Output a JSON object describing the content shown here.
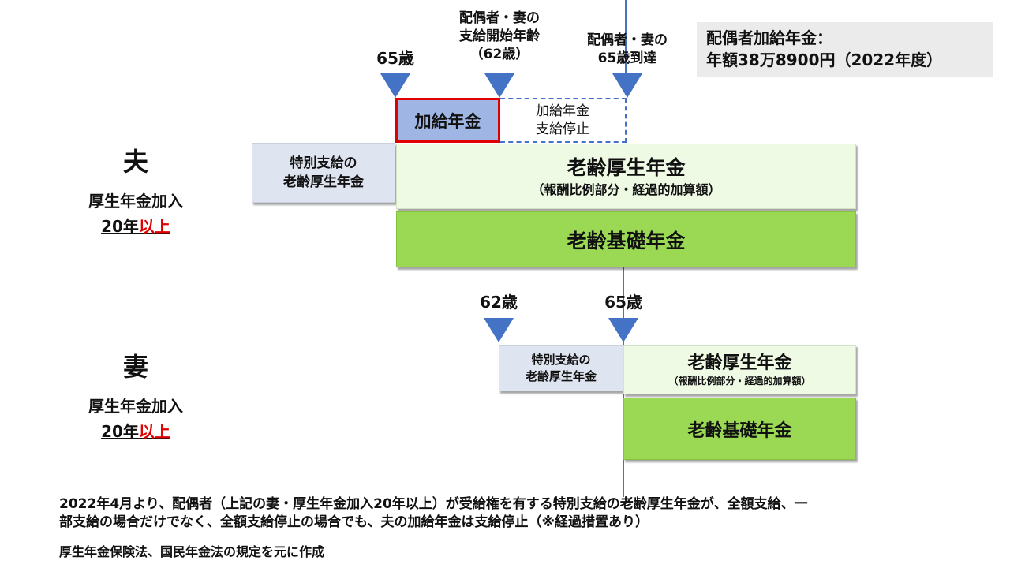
{
  "husband": {
    "label": "夫",
    "membership": "厚生年金加入",
    "years": "20年",
    "years_suffix": "以上"
  },
  "wife": {
    "label": "妻",
    "membership": "厚生年金加入",
    "years": "20年",
    "years_suffix": "以上"
  },
  "top_markers": {
    "age65": "65歳",
    "spouse_start": [
      "配偶者・妻の",
      "支給開始年齢",
      "（62歳）"
    ],
    "spouse_65": [
      "配偶者・妻の",
      "65歳到達"
    ]
  },
  "info_box": [
    "配偶者加給年金：",
    "年額38万8900円（2022年度）"
  ],
  "husband_boxes": {
    "kakyu": "加給年金",
    "kakyu_stop": [
      "加給年金",
      "支給停止"
    ],
    "tokubetsu": [
      "特別支給の",
      "老齢厚生年金"
    ],
    "kosei": "老齢厚生年金",
    "kosei_sub": "（報酬比例部分・経過的加算額）",
    "kiso": "老齢基礎年金"
  },
  "wife_markers": {
    "age62": "62歳",
    "age65": "65歳"
  },
  "wife_boxes": {
    "tokubetsu": [
      "特別支給の",
      "老齢厚生年金"
    ],
    "kosei": "老齢厚生年金",
    "kosei_sub": "（報酬比例部分・経過的加算額）",
    "kiso": "老齢基礎年金"
  },
  "footnote": [
    "2022年4月より、配偶者（上記の妻・厚生年金加入20年以上）が受給権を有する特別支給の老齢厚生年金が、全額支給、一",
    "部支給の場合だけでなく、全額支給停止の場合でも、夫の加給年金は支給停止（※経過措置あり）"
  ],
  "source": "厚生年金保険法、国民年金法の規定を元に作成"
}
